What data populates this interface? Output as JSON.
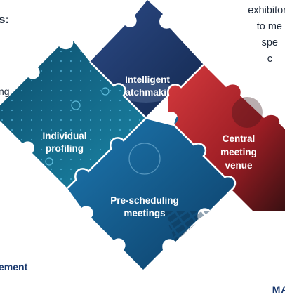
{
  "left_fragments": {
    "top": "s:",
    "middle": "ng",
    "bottom": "ement"
  },
  "right_fragments": {
    "lines": [
      "exhibitor",
      "to me",
      "spe",
      "c"
    ],
    "bottom": "MAT"
  },
  "puzzle": {
    "pieces": [
      {
        "name": "intelligent-matchmaking",
        "lines": [
          "Intelligent",
          "matchmaking"
        ],
        "color": "#1e3a6e"
      },
      {
        "name": "central-meeting-venue",
        "lines": [
          "Central",
          "meeting",
          "venue"
        ],
        "color": "#b3272d"
      },
      {
        "name": "individual-profiling",
        "lines": [
          "Individual",
          "profiling"
        ],
        "color": "#0f6a8c"
      },
      {
        "name": "pre-scheduling-meetings",
        "lines": [
          "Pre-scheduling",
          "meetings"
        ],
        "color": "#1a6aa0"
      }
    ]
  }
}
